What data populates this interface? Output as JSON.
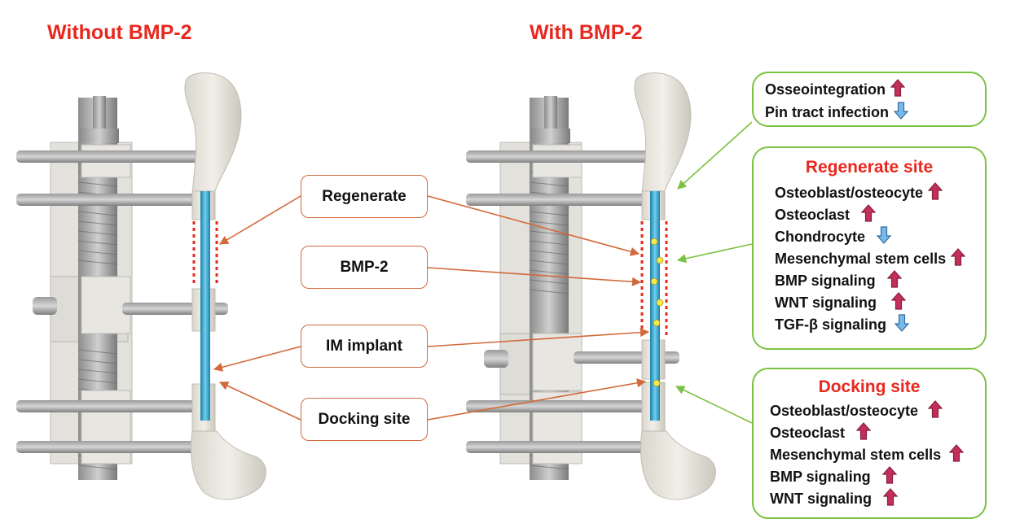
{
  "titles": {
    "left": "Without BMP-2",
    "right": "With BMP-2"
  },
  "labels": {
    "regenerate": "Regenerate",
    "bmp2": "BMP-2",
    "im_implant": "IM implant",
    "docking_site": "Docking site"
  },
  "top_box": {
    "rows": [
      {
        "text": "Osseointegration",
        "direction": "up"
      },
      {
        "text": "Pin tract infection",
        "direction": "down"
      }
    ]
  },
  "regenerate_box": {
    "header": "Regenerate site",
    "rows": [
      {
        "text": "Osteoblast/osteocyte",
        "direction": "up"
      },
      {
        "text": "Osteoclast",
        "direction": "up"
      },
      {
        "text": "Chondrocyte",
        "direction": "down"
      },
      {
        "text": "Mesenchymal stem cells",
        "direction": "up"
      },
      {
        "text": "BMP signaling",
        "direction": "up"
      },
      {
        "text": "WNT signaling",
        "direction": "up"
      },
      {
        "text": "TGF-β signaling",
        "direction": "down"
      }
    ]
  },
  "docking_box": {
    "header": "Docking site",
    "rows": [
      {
        "text": "Osteoblast/osteocyte",
        "direction": "up"
      },
      {
        "text": "Osteoclast",
        "direction": "up"
      },
      {
        "text": "Mesenchymal stem cells",
        "direction": "up"
      },
      {
        "text": "BMP signaling",
        "direction": "up"
      },
      {
        "text": "WNT signaling",
        "direction": "up"
      }
    ]
  },
  "colors": {
    "title_red": "#e8281e",
    "header_red": "#e8281e",
    "orange_line": "#d2693a",
    "green_line": "#7cc242",
    "up_arrow": "#c0305a",
    "down_arrow": "#7ab8e8",
    "implant_blue": "#3aa6d0"
  }
}
